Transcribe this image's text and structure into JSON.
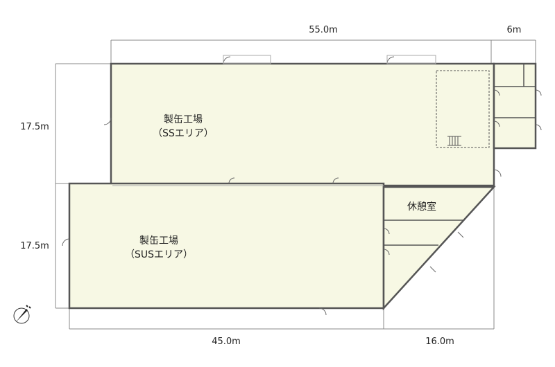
{
  "dimensions": {
    "top_main": "55.0m",
    "top_annex": "6m",
    "left_upper": "17.5m",
    "left_lower": "17.5m",
    "bottom_main": "45.0m",
    "bottom_right": "16.0m"
  },
  "rooms": {
    "ss_area": {
      "line1": "製缶工場",
      "line2": "（SSエリア）"
    },
    "sus_area": {
      "line1": "製缶工場",
      "line2": "（SUSエリア）"
    },
    "rest_room": "休憩室"
  },
  "colors": {
    "floor": "#f7f8e4",
    "wall": "#555555",
    "dimline": "#777777"
  },
  "compass_icon": "north-arrow"
}
